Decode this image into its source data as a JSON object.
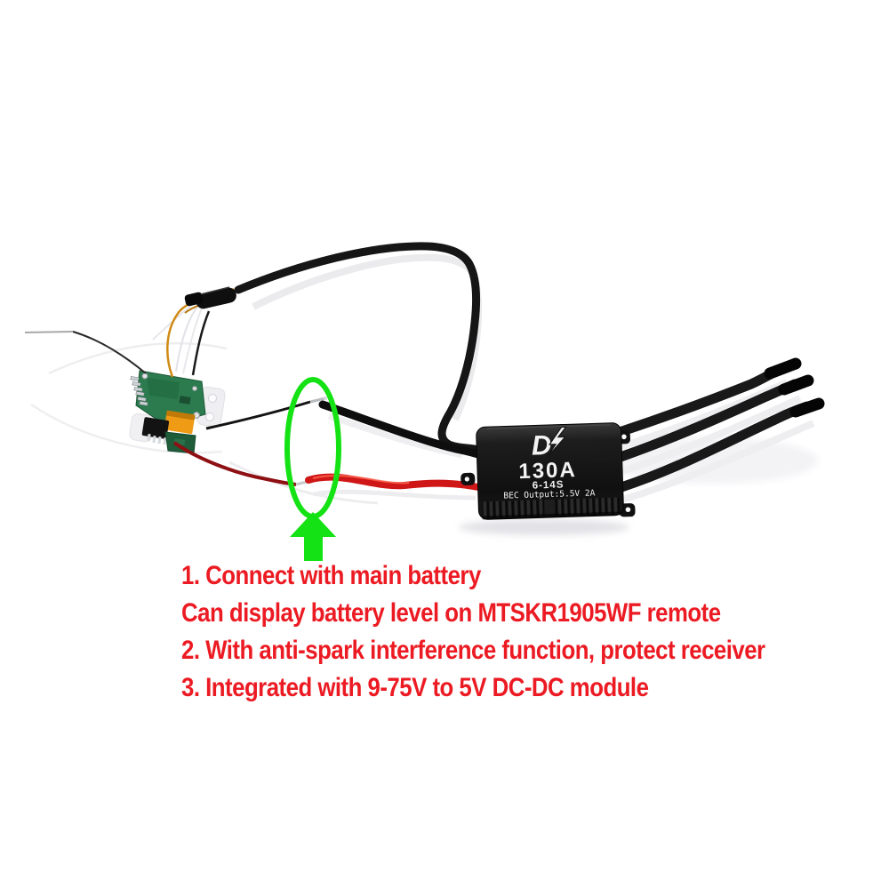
{
  "esc": {
    "brand_logo": "D",
    "current_rating": "130A",
    "cell_range": "6-14S",
    "bec_output": "BEC Output:5.5V 2A",
    "body_color": "#161616",
    "label_color": "#F2F2F2"
  },
  "receiver": {
    "board_color": "#2C7B4E",
    "lower_board_color": "#1E5C3A",
    "component_color": "#EF9B16"
  },
  "wires": {
    "battery_positive": "#D01717",
    "battery_negative": "#0E0E0E",
    "thin_signal_red": "#8E1013",
    "signal_orange": "#D08A15",
    "motor_wire": "#191919",
    "signal_cable": "#161616"
  },
  "annotations": {
    "highlight_color": "#14E214",
    "text_color": "#EC1B23",
    "lines": [
      "1. Connect with main battery",
      "Can display battery level on MTSKR1905WF remote",
      "2. With anti-spark interference function, protect receiver",
      "3. Integrated with 9-75V to 5V DC-DC module"
    ]
  }
}
